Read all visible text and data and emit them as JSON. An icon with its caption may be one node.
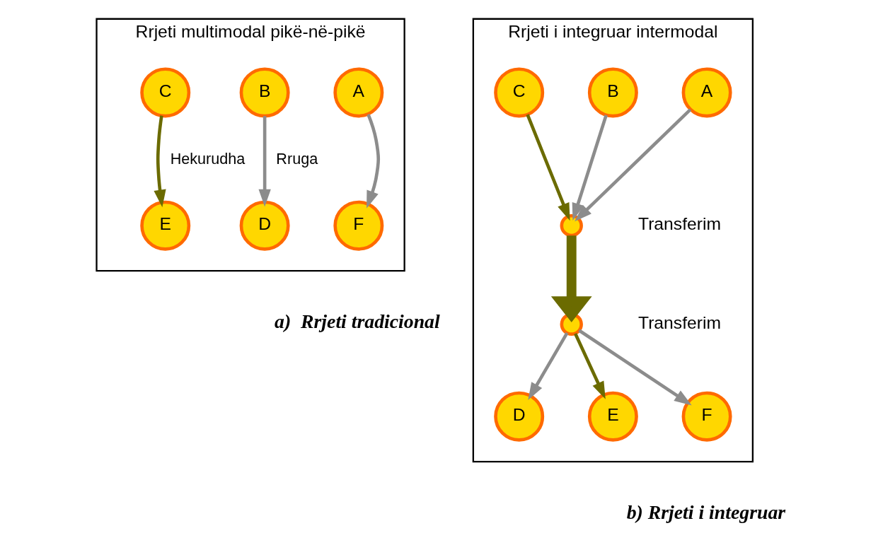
{
  "diagram": {
    "nodes": [
      {
        "text": [
          "Rrjeti multimodal pikë-në-pikë"
        ],
        "beside": [
          "a)  Rrjeti tradicional"
        ]
      },
      {
        "text": [
          "A"
        ],
        "in": 0
      },
      {
        "text": [
          "B"
        ],
        "in": 0
      },
      {
        "text": [
          "C"
        ],
        "in": 0
      },
      {
        "text": [
          "D"
        ],
        "in": 0
      },
      {
        "text": [
          "E"
        ],
        "in": 0
      },
      {
        "text": [
          "F"
        ],
        "in": 0
      },
      {
        "text": [
          "Rrjeti i integruar intermodal"
        ],
        "beside": [
          "b) Rrjeti i integruar"
        ]
      },
      {
        "text": [
          "A"
        ],
        "in": 7
      },
      {
        "text": [
          "B"
        ],
        "in": 7
      },
      {
        "text": [
          "C"
        ],
        "in": 7
      },
      {
        "text": [],
        "shape": "circle",
        "in": 7,
        "beside": [
          "Transferim"
        ]
      },
      {
        "text": [],
        "shape": "circle",
        "in": 7,
        "beside": [
          "Transferim"
        ]
      },
      {
        "text": [
          "D"
        ],
        "in": 7
      },
      {
        "text": [
          "E"
        ],
        "in": 7
      },
      {
        "text": [
          "F"
        ],
        "in": 7
      }
    ],
    "edges": [
      {
        "from": 1,
        "to": 6,
        "arrow": "to"
      },
      {
        "from": 2,
        "to": 4,
        "arrow": "to",
        "label": "Rruga"
      },
      {
        "from": 3,
        "to": 5,
        "arrow": "to",
        "label": "Hekurudha",
        "color": "#6b6b00"
      },
      {
        "from": 8,
        "to": 11,
        "arrow": "to"
      },
      {
        "from": 9,
        "to": 11,
        "arrow": "to"
      },
      {
        "from": 10,
        "to": 11,
        "arrow": "to",
        "color": "#6b6b00"
      },
      {
        "from": 11,
        "to": 12,
        "arrow": "to",
        "style": "thick",
        "color": "#6b6b00"
      },
      {
        "from": 12,
        "to": 13,
        "arrow": "to"
      },
      {
        "from": 12,
        "to": 15,
        "arrow": "to"
      },
      {
        "from": 12,
        "to": 14,
        "arrow": "to",
        "color": "#6b6b00"
      }
    ]
  }
}
